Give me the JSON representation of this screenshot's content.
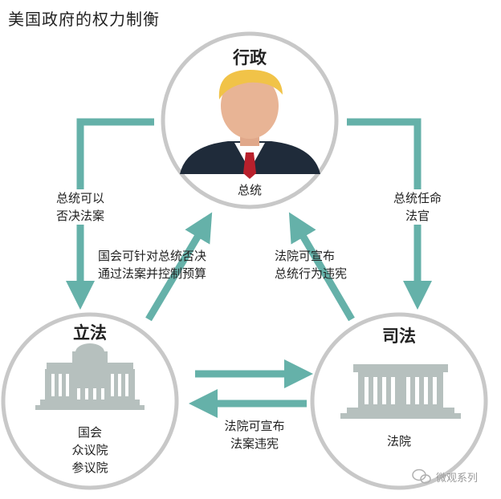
{
  "title": "美国政府的权力制衡",
  "nodes": {
    "executive": {
      "title": "行政",
      "sub": "总统"
    },
    "legislative": {
      "title": "立法",
      "sub": [
        "国会",
        "众议院",
        "参议院"
      ]
    },
    "judicial": {
      "title": "司法",
      "sub": "法院"
    }
  },
  "edges": {
    "exec_to_leg": [
      "总统可以",
      "否决法案"
    ],
    "exec_to_jud": [
      "总统任命",
      "法官"
    ],
    "leg_to_exec": [
      "国会可针对总统否决",
      "通过法案并控制预算"
    ],
    "jud_to_exec": [
      "法院可宣布",
      "总统行为违宪"
    ],
    "jud_to_leg": [
      "法院可宣布",
      "法案违宪"
    ]
  },
  "watermark": "微观系列",
  "colors": {
    "arrow": "#65b1a9",
    "circle": "#c8c8c8",
    "building": "#b6c0be"
  }
}
